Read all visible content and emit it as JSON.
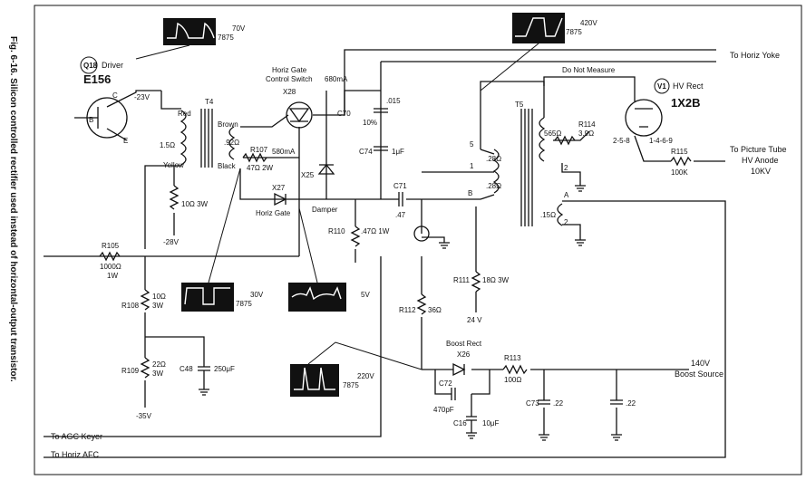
{
  "caption": "Fig. 6-16. Silicon controlled rectifier used instead of horizontal-output transistor.",
  "components": {
    "q18": {
      "ref": "Q18",
      "role": "Driver",
      "type": "E156",
      "c": "C",
      "b": "B",
      "e": "E",
      "v": "-23V"
    },
    "t4": {
      "ref": "T4",
      "red": "Red",
      "yellow": "Yellow",
      "brown": "Brown",
      "black": "Black",
      "r1": "1.5Ω",
      "r2": ".92Ω"
    },
    "x28": {
      "ref": "X28",
      "name": "Horiz Gate",
      "name2": "Control Switch"
    },
    "x27": {
      "ref": "X27",
      "name": "Horiz Gate"
    },
    "x25": {
      "ref": "X25",
      "name": "Damper"
    },
    "x26": {
      "ref": "X26",
      "name": "Boost Rect"
    },
    "r107": {
      "ref": "R107",
      "value": "47Ω  2W",
      "current": "580mA"
    },
    "current_680": "680mA",
    "r105": {
      "ref": "R105",
      "value": "1000Ω",
      "power": "1W"
    },
    "r108": {
      "ref": "R108",
      "value": "10Ω",
      "power": "3W"
    },
    "r109": {
      "ref": "R109",
      "value": "22Ω",
      "power": "3W"
    },
    "r_10": "10Ω  3W",
    "r110": {
      "ref": "R110",
      "value": ".47Ω  1W"
    },
    "r111": {
      "ref": "R111",
      "value": "18Ω  3W"
    },
    "r112": {
      "ref": "R112",
      "value": "36Ω"
    },
    "r113": {
      "ref": "R113",
      "value": "100Ω"
    },
    "r114": {
      "ref": "R114",
      "value": "3.9Ω"
    },
    "r115": {
      "ref": "R115",
      "value": "100K"
    },
    "c48": {
      "ref": "C48",
      "value": "250μF"
    },
    "c70": {
      "ref": "C70",
      "value": ".015",
      "tol": "10%"
    },
    "c74": {
      "ref": "C74",
      "value": "1μF"
    },
    "c71": {
      "ref": "C71",
      "value": ".47"
    },
    "c72": {
      "ref": "C72",
      "value": "470pF"
    },
    "c16": {
      "ref": "C16",
      "value": "10μF"
    },
    "c73": {
      "ref": "C73",
      "value": ".22"
    },
    "c_22": ".22",
    "t5": {
      "ref": "T5",
      "w1": ".28Ω",
      "w2": ".28Ω",
      "w3": ".15Ω",
      "w4": "565Ω",
      "tap5": "5",
      "tap1": "1",
      "tapB": "B",
      "tapA": "A",
      "tap2a": "2",
      "tap2b": "2"
    },
    "v1": {
      "ref": "V1",
      "role": "HV Rect",
      "type": "1X2B",
      "p1": "2-5-8",
      "p2": "1-4-6-9"
    },
    "do_not_measure": "Do Not Measure"
  },
  "supplies": {
    "neg28": "-28V",
    "neg35": "-35V",
    "pos24": "24 V",
    "boost": "140V",
    "boost_label": "Boost Source"
  },
  "connections": {
    "yoke": "To Horiz Yoke",
    "picture_tube": "To Picture Tube",
    "hv_anode": "HV Anode",
    "hv_kv": "10KV",
    "agc": "To AGC Keyer",
    "afc": "To Horiz AFC"
  },
  "waveforms": [
    {
      "id": "w1",
      "volts": "70V",
      "freq": "7875"
    },
    {
      "id": "w2",
      "volts": "420V",
      "freq": "7875"
    },
    {
      "id": "w3",
      "volts": "30V",
      "freq": "7875"
    },
    {
      "id": "w4",
      "volts": "5V",
      "freq": ""
    },
    {
      "id": "w5",
      "volts": "220V",
      "freq": "7875"
    }
  ]
}
